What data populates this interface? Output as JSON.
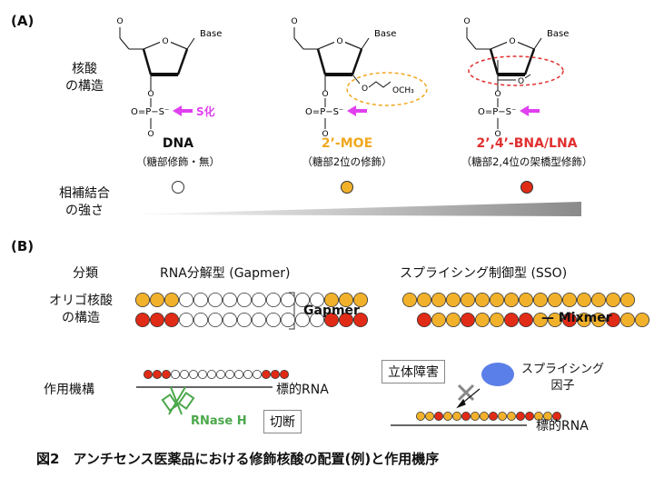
{
  "colors": {
    "orange": "#F2B12B",
    "red": "#E02B16",
    "magenta": "#E040F0",
    "moe": "#F0A820",
    "lna": "#E03030",
    "green": "#4BA84B",
    "blue": "#5B7FE8",
    "gray": "#888888"
  },
  "sectionA": {
    "label": "(A)",
    "row_label_structure": [
      "核酸",
      "の構造"
    ],
    "base_label": "Base",
    "o_label": "O",
    "p_label": "O=P−S⁻",
    "s_note": "S化",
    "moe_group": "OCH₃",
    "modifications": [
      {
        "name": "DNA",
        "sub": "（糖部修飾・無）",
        "color": "#111111"
      },
      {
        "name": "2’-MOE",
        "sub": "（糖部2位の修飾）",
        "color": "#F0A820"
      },
      {
        "name": "2’,4’-BNA/LNA",
        "sub": "（糖部2,4位の架橋型修飾）",
        "color": "#E03030"
      }
    ],
    "strength_label": [
      "相補結合",
      "の強さ"
    ]
  },
  "sectionB": {
    "label": "(B)",
    "row_classification": "分類",
    "col_gapmer": "RNA分解型 (Gapmer)",
    "col_sso": "スプライシング制御型 (SSO)",
    "row_structure": [
      "オリゴ核酸",
      "の構造"
    ],
    "gapmer_label": "Gapmer",
    "mixmer_label": "— Mixmer",
    "row_mechanism": "作用機構",
    "target_rna": "標的RNA",
    "rnase": "RNase H",
    "cleavage": "切断",
    "steric": "立体障害",
    "splicing_factor": [
      "スプライシング",
      "因子"
    ]
  },
  "caption": "図2　アンチセンス医薬品における修飾核酸の配置(例)と作用機序"
}
